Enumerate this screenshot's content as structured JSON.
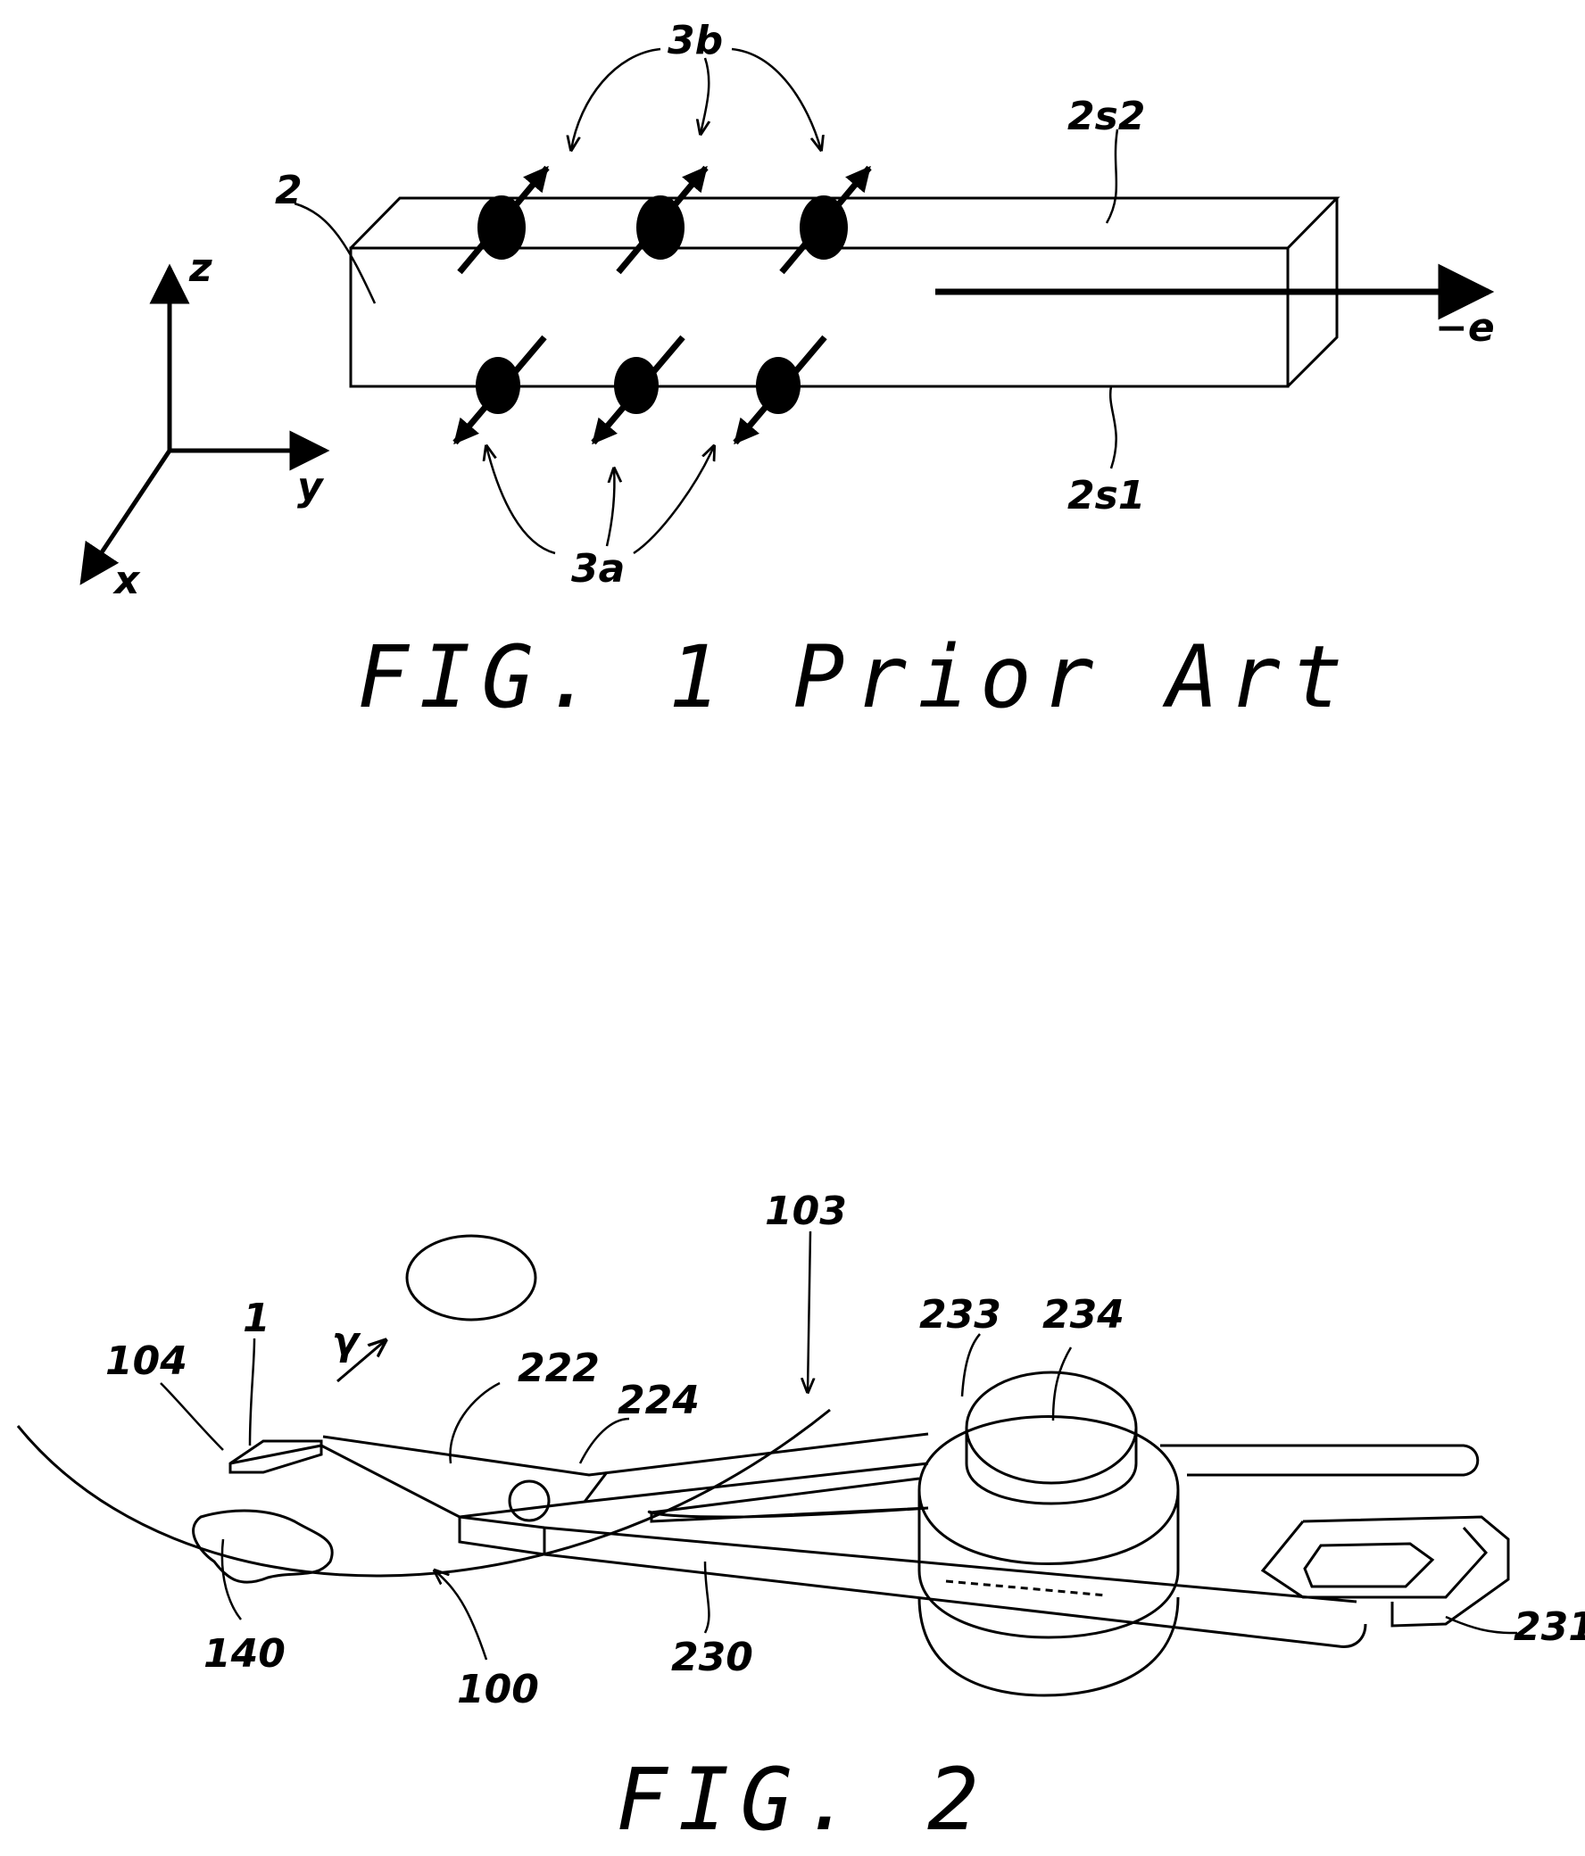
{
  "figure1": {
    "caption": "FIG. 1 Prior Art",
    "axes": {
      "z": "z",
      "y": "y",
      "x": "x"
    },
    "labels": {
      "bar": "2",
      "top_surface": "2s2",
      "bottom_surface": "2s1",
      "spins_top": "3b",
      "spins_bottom": "3a",
      "current": "−e"
    }
  },
  "figure2": {
    "caption": "FIG. 2",
    "labels": {
      "l103": "103",
      "l1": "1",
      "l104": "104",
      "gamma": "γ",
      "l222": "222",
      "l224": "224",
      "l233": "233",
      "l234": "234",
      "l140": "140",
      "l100": "100",
      "l230": "230",
      "l231": "231"
    }
  }
}
